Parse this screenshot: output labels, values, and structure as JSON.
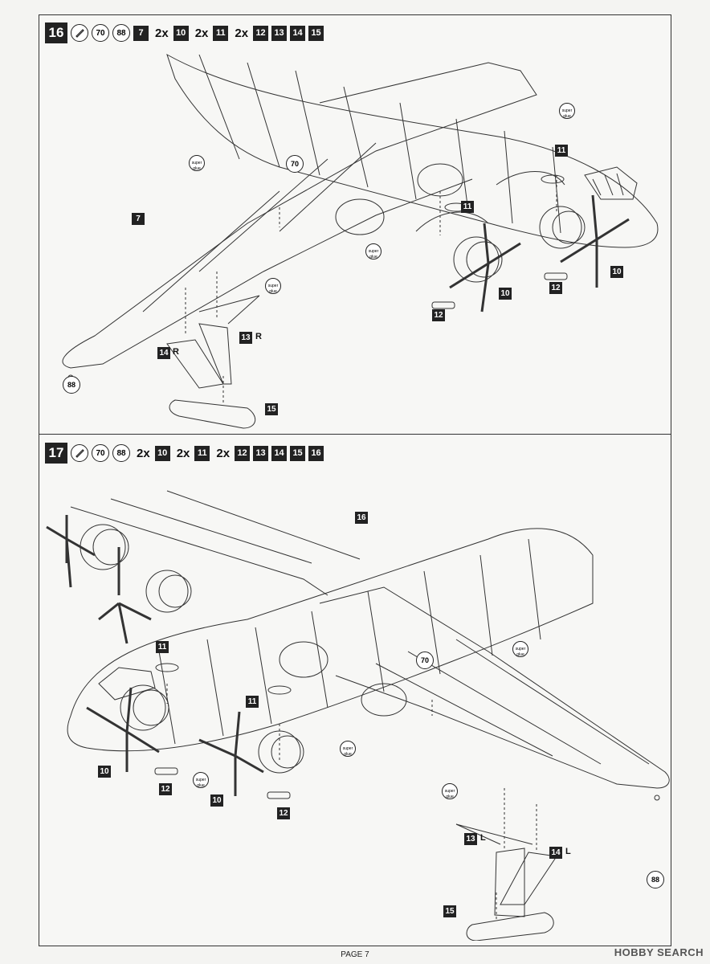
{
  "steps": [
    {
      "number": "16",
      "tools": [
        "70",
        "88"
      ],
      "parts_header": [
        {
          "qty": "",
          "part": "7"
        },
        {
          "qty": "2x",
          "part": "10"
        },
        {
          "qty": "2x",
          "part": "11"
        },
        {
          "qty": "2x",
          "part": "12"
        },
        {
          "qty": "",
          "part": "13"
        },
        {
          "qty": "",
          "part": "14"
        },
        {
          "qty": "",
          "part": "15"
        }
      ],
      "labels": {
        "p7": "7",
        "p11a": "11",
        "p11b": "11",
        "p10a": "10",
        "p10b": "10",
        "p12a": "12",
        "p12b": "12",
        "p13": "13",
        "p14": "14",
        "p15": "15",
        "side13": "R",
        "side14": "R",
        "c70": "70",
        "c88": "88"
      }
    },
    {
      "number": "17",
      "tools": [
        "70",
        "88"
      ],
      "parts_header": [
        {
          "qty": "2x",
          "part": "10"
        },
        {
          "qty": "2x",
          "part": "11"
        },
        {
          "qty": "2x",
          "part": "12"
        },
        {
          "qty": "",
          "part": "13"
        },
        {
          "qty": "",
          "part": "14"
        },
        {
          "qty": "",
          "part": "15"
        },
        {
          "qty": "",
          "part": "16"
        }
      ],
      "labels": {
        "p16": "16",
        "p11a": "11",
        "p11b": "11",
        "p10a": "10",
        "p10b": "10",
        "p12a": "12",
        "p12b": "12",
        "p13": "13",
        "p14": "14",
        "p15": "15",
        "side13": "L",
        "side14": "L",
        "c70": "70",
        "c88": "88"
      }
    }
  ],
  "glue_icon_text": "super glue",
  "page_label": "PAGE 7",
  "watermark": "HOBBY SEARCH"
}
